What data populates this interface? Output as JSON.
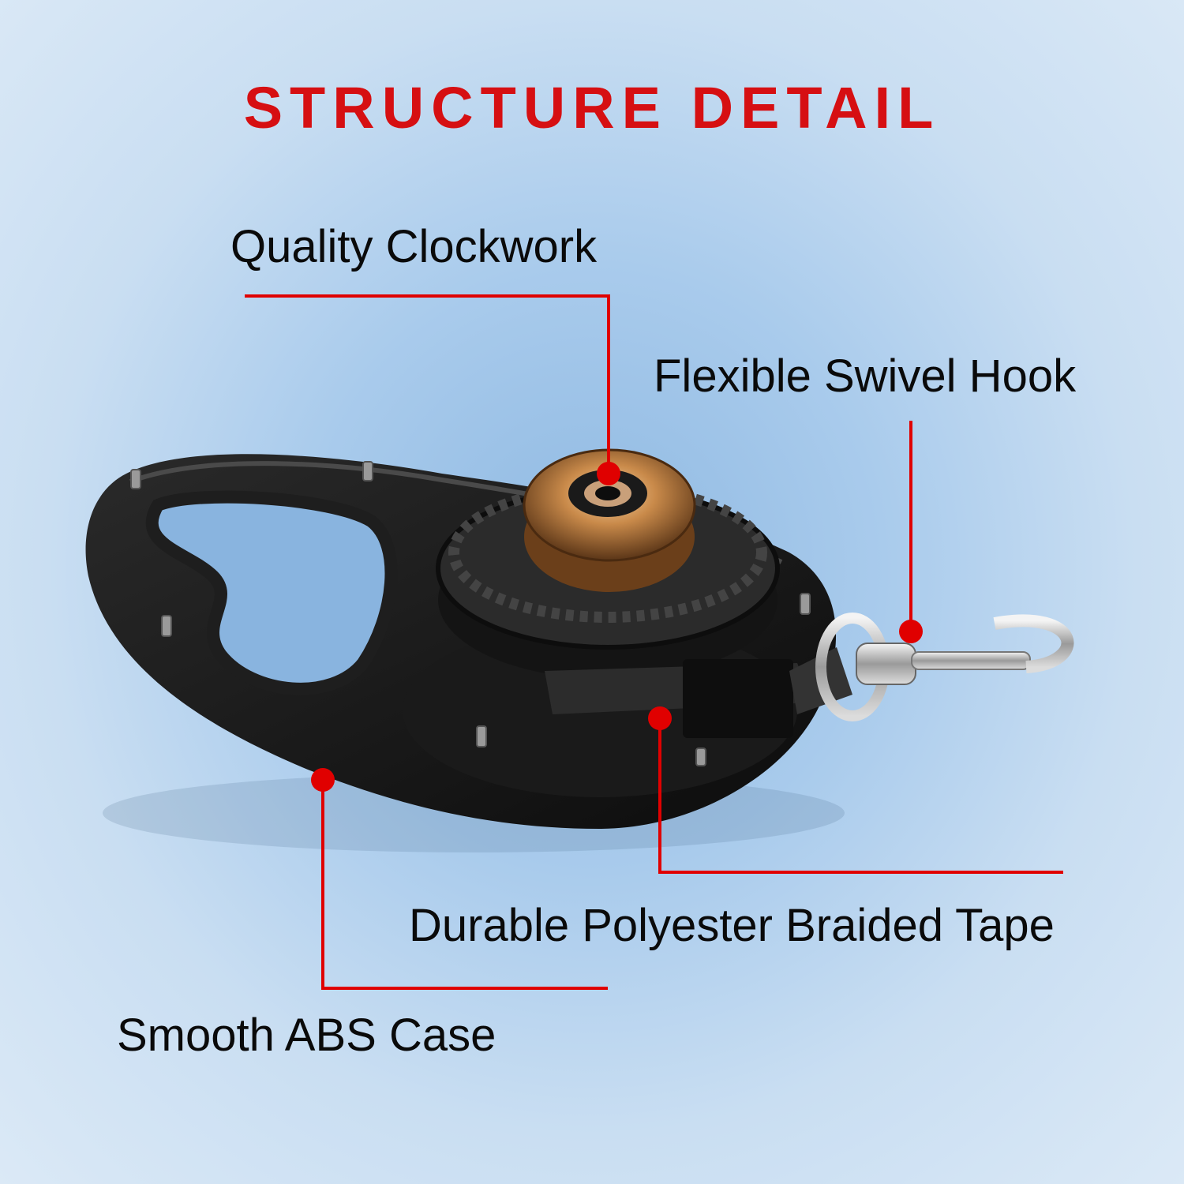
{
  "title": "STRUCTURE DETAIL",
  "accent_color": "#e00000",
  "callouts": [
    {
      "id": "clockwork",
      "label": "Quality Clockwork"
    },
    {
      "id": "swivel_hook",
      "label": "Flexible Swivel Hook"
    },
    {
      "id": "tape",
      "label": "Durable Polyester Braided Tape"
    },
    {
      "id": "case",
      "label": "Smooth ABS Case"
    }
  ],
  "product_image": "retractable-dog-leash-internal-view"
}
